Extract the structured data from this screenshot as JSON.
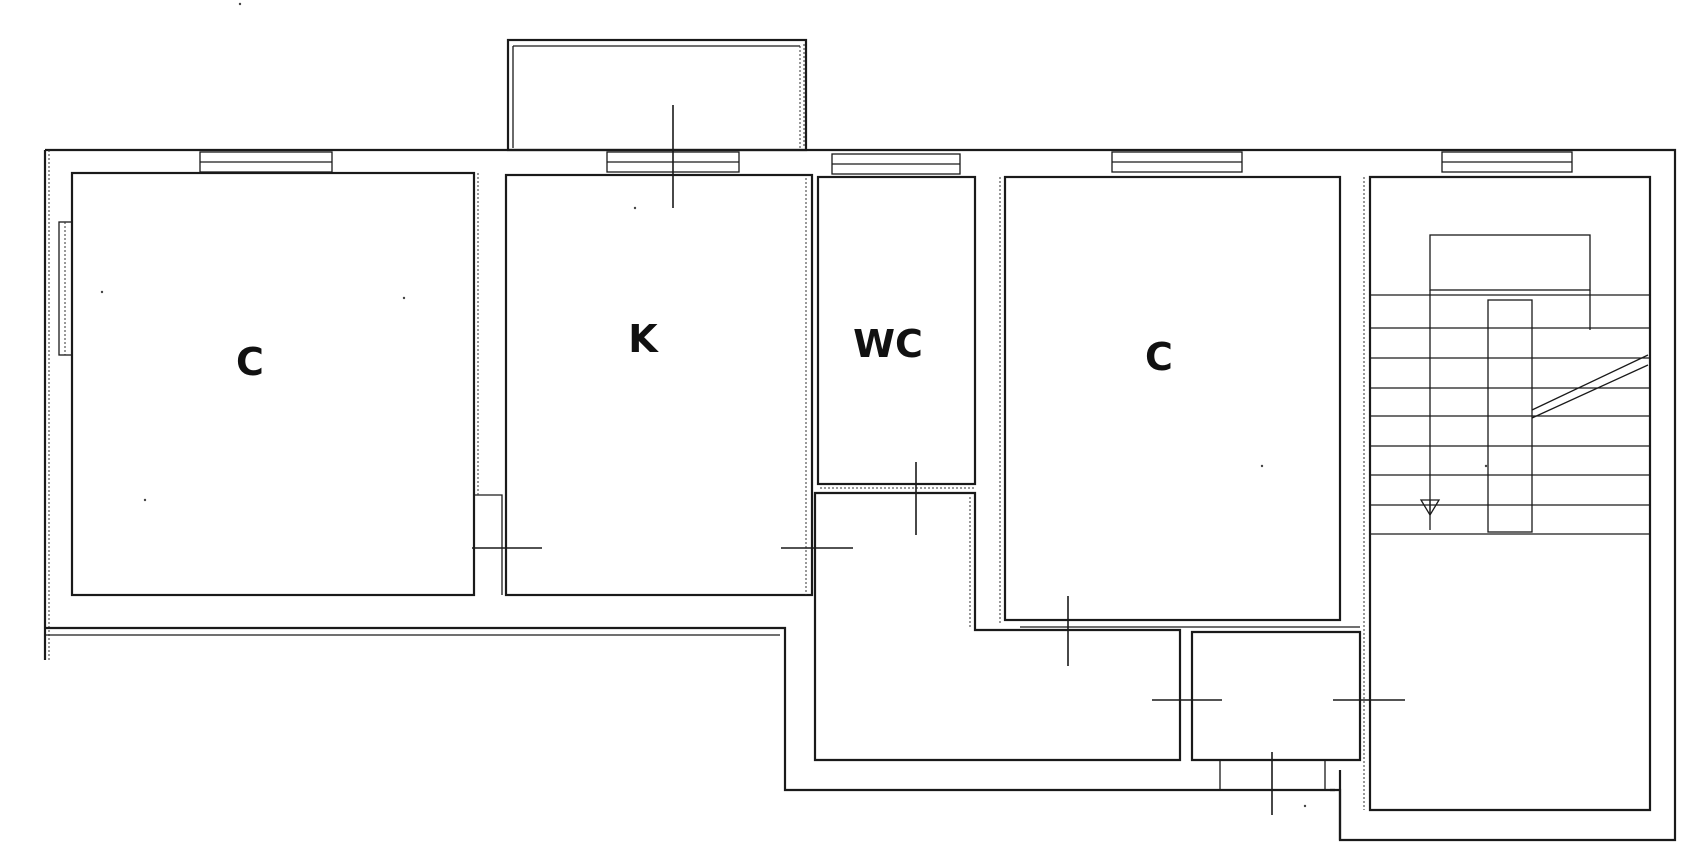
{
  "plan": {
    "rooms": [
      {
        "id": "room-left",
        "label": "C"
      },
      {
        "id": "kitchen",
        "label": "K"
      },
      {
        "id": "toilet",
        "label": "WC"
      },
      {
        "id": "room-right",
        "label": "C"
      }
    ]
  }
}
